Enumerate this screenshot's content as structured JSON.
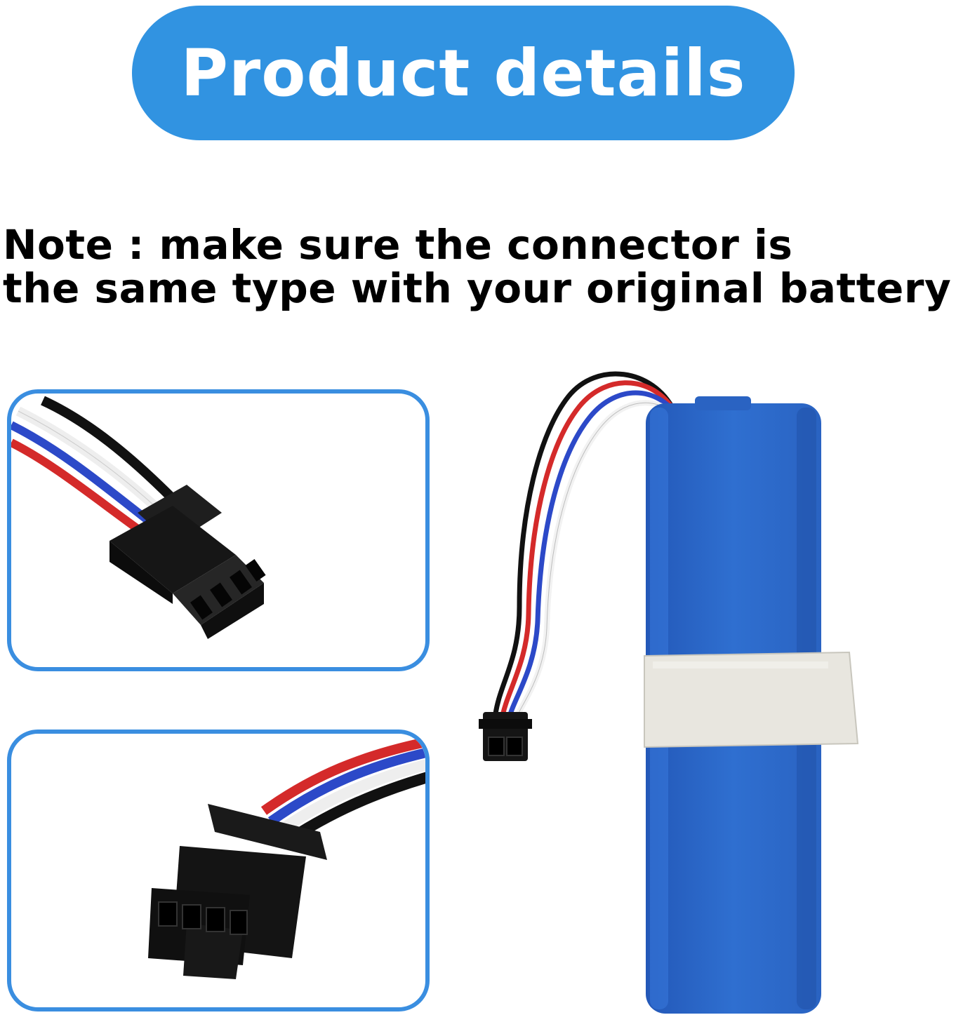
{
  "header": {
    "title": "Product details",
    "pill_color": "#3193e1"
  },
  "note": {
    "line1": "Note : make sure the connector is",
    "line2": "the same type with your original battery"
  },
  "images": {
    "connector_closeup_top": "connector-top-view",
    "connector_closeup_bottom": "connector-front-view",
    "battery_pack": "battery-pack",
    "panel_border_color": "#3a8ee0",
    "battery_color": "#2f6fd0",
    "wire_colors": [
      "#111111",
      "#d42a2a",
      "#2c49c8",
      "#ffffff"
    ]
  }
}
